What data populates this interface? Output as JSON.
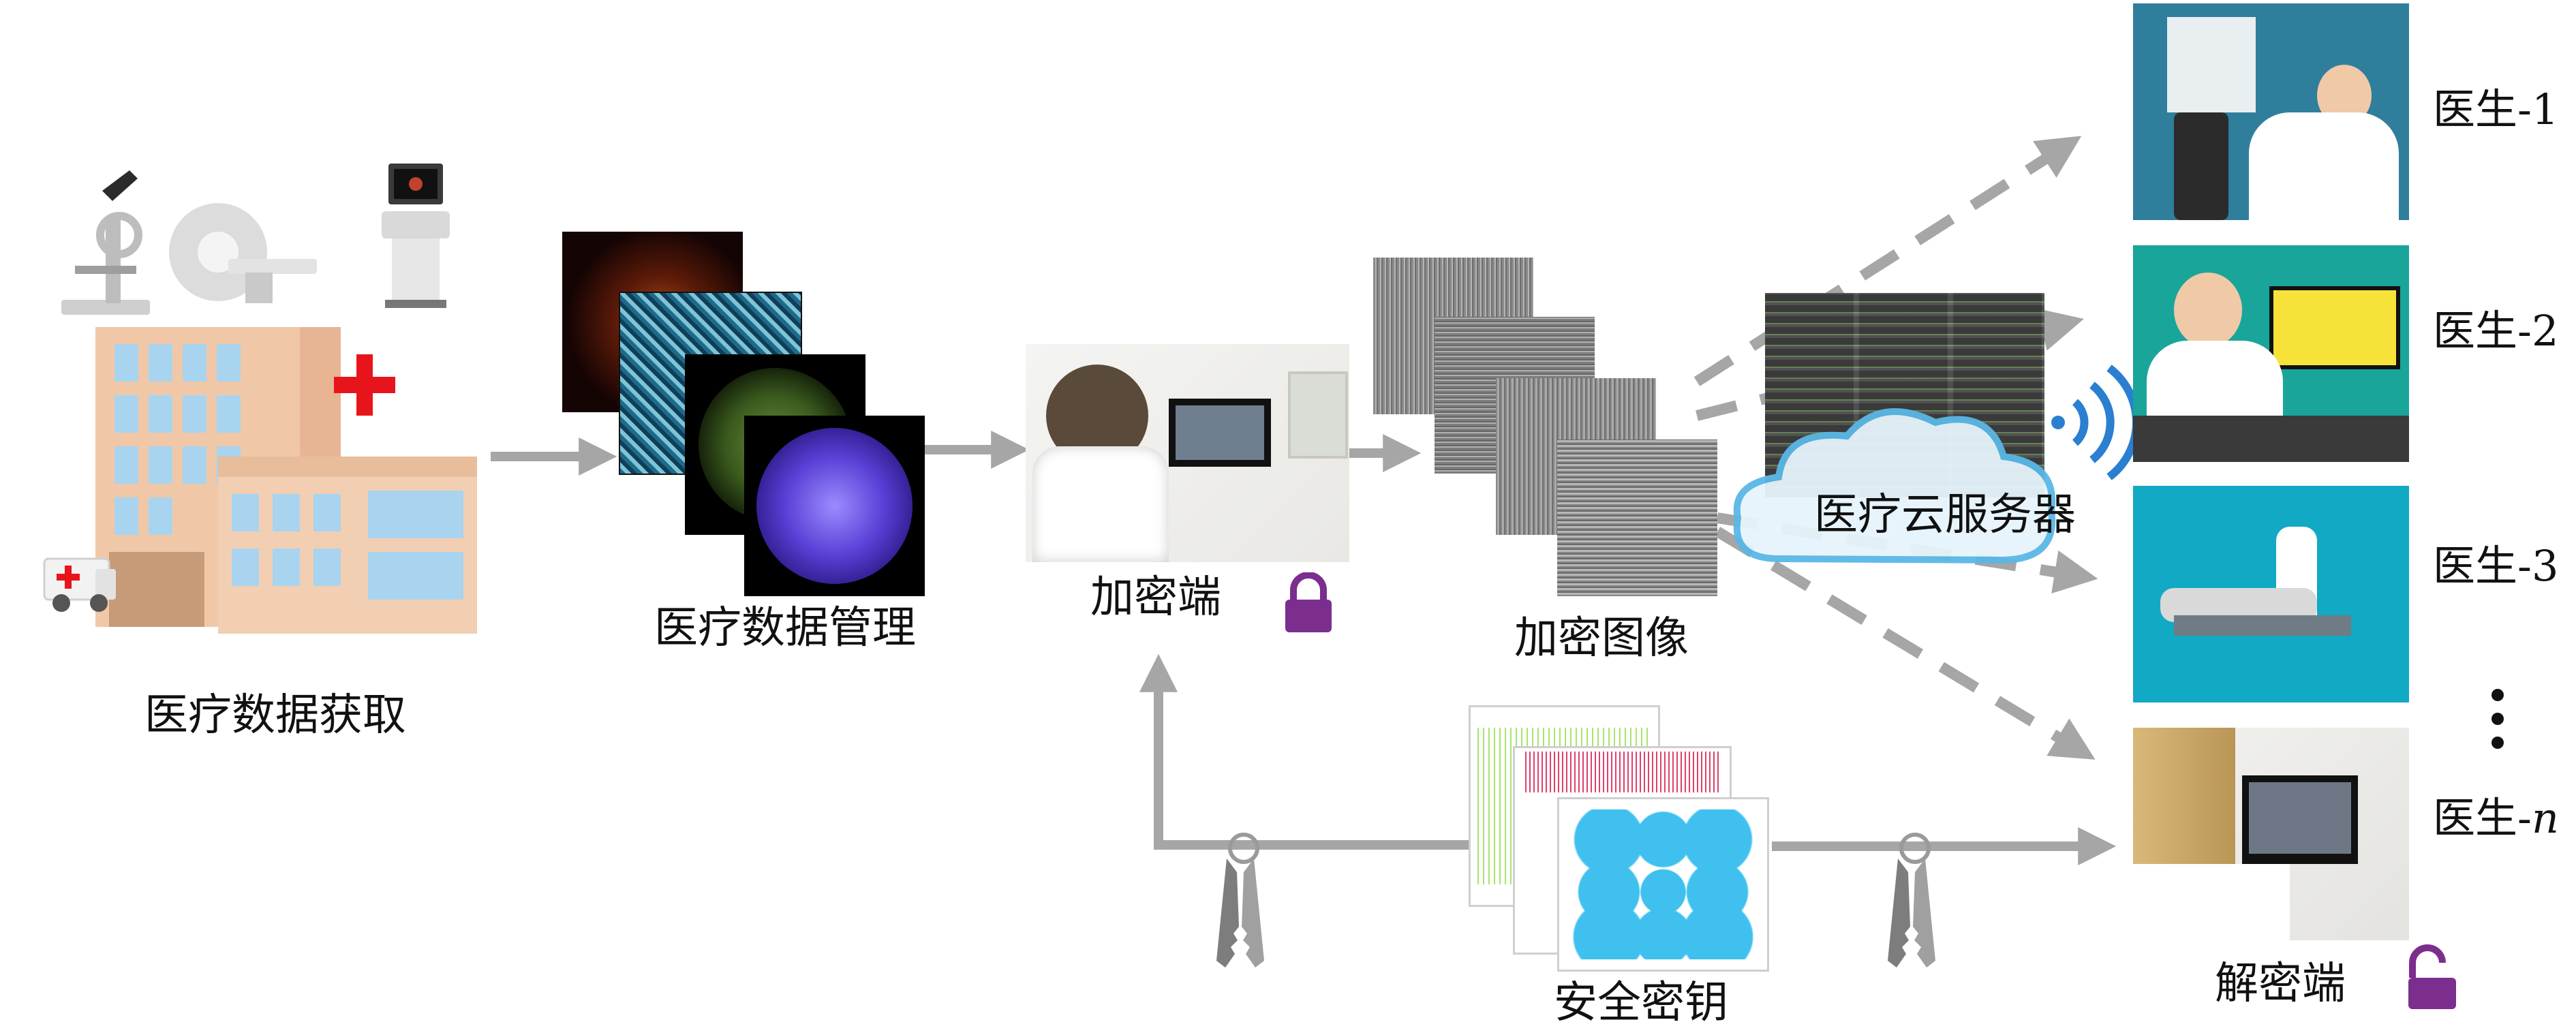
{
  "labels": {
    "acquisition": "医疗数据获取",
    "management": "医疗数据管理",
    "encryption_end": "加密端",
    "encrypted_images": "加密图像",
    "cloud": "医疗云服务器",
    "secure_key": "安全密钥",
    "decryption_end": "解密端"
  },
  "doctors": [
    {
      "prefix": "医生-",
      "suffix": "1"
    },
    {
      "prefix": "医生-",
      "suffix": "2"
    },
    {
      "prefix": "医生-",
      "suffix": "3"
    },
    {
      "prefix": "医生-",
      "suffix": "n"
    }
  ],
  "colors": {
    "arrow": "#a6a6a6",
    "lock": "#7b2e8e",
    "cloud_fill": "#e6f4fb",
    "cloud_stroke": "#5ab7e6",
    "wifi": "#2a7fd0",
    "red_cross": "#e8141b"
  },
  "icons": {
    "lock": "lock-icon",
    "unlock": "unlock-icon",
    "key": "key-icon",
    "wifi": "wifi-icon",
    "ellipsis": "vertical-ellipsis-icon"
  }
}
